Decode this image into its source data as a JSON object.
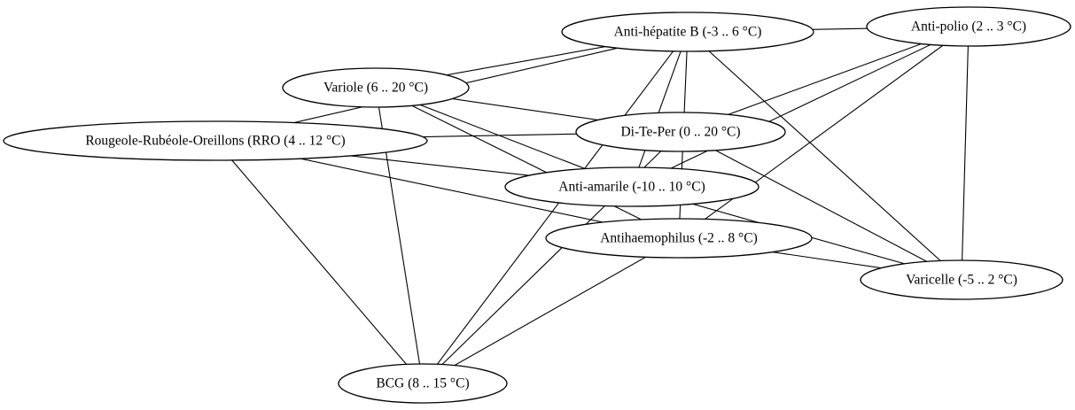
{
  "colors": {
    "background": "#ffffff",
    "stroke": "#000000",
    "text": "#000000"
  },
  "graph": {
    "nodes": [
      {
        "id": "hepb",
        "label": "Anti-hépatite B (-3 .. 6 °C)"
      },
      {
        "id": "polio",
        "label": "Anti-polio (2 .. 3 °C)"
      },
      {
        "id": "variole",
        "label": "Variole (6 .. 20 °C)"
      },
      {
        "id": "rro",
        "label": "Rougeole-Rubéole-Oreillons (RRO (4 .. 12 °C)"
      },
      {
        "id": "ditep",
        "label": "Di-Te-Per (0 .. 20 °C)"
      },
      {
        "id": "amaril",
        "label": "Anti-amarile (-10 .. 10 °C)"
      },
      {
        "id": "haemo",
        "label": "Antihaemophilus (-2 .. 8 °C)"
      },
      {
        "id": "varic",
        "label": "Varicelle (-5 .. 2 °C)"
      },
      {
        "id": "bcg",
        "label": "BCG (8 .. 15 °C)"
      }
    ],
    "edges": [
      [
        "hepb",
        "polio"
      ],
      [
        "hepb",
        "variole"
      ],
      [
        "hepb",
        "rro"
      ],
      [
        "hepb",
        "amaril"
      ],
      [
        "hepb",
        "haemo"
      ],
      [
        "hepb",
        "bcg"
      ],
      [
        "hepb",
        "varic"
      ],
      [
        "polio",
        "ditep"
      ],
      [
        "polio",
        "amaril"
      ],
      [
        "polio",
        "haemo"
      ],
      [
        "polio",
        "varic"
      ],
      [
        "variole",
        "ditep"
      ],
      [
        "variole",
        "amaril"
      ],
      [
        "variole",
        "haemo"
      ],
      [
        "variole",
        "bcg"
      ],
      [
        "rro",
        "ditep"
      ],
      [
        "rro",
        "amaril"
      ],
      [
        "rro",
        "haemo"
      ],
      [
        "rro",
        "bcg"
      ],
      [
        "ditep",
        "varic"
      ],
      [
        "ditep",
        "bcg"
      ],
      [
        "amaril",
        "varic"
      ],
      [
        "haemo",
        "varic"
      ],
      [
        "haemo",
        "bcg"
      ]
    ]
  }
}
